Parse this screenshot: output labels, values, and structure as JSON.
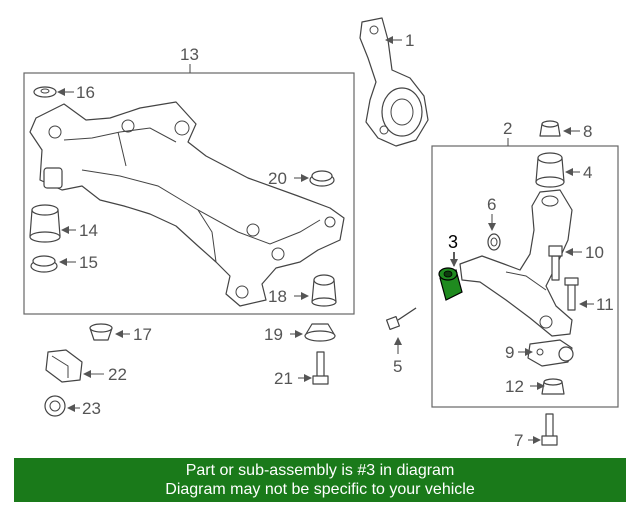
{
  "highlight_color": "#1f8a1f",
  "footer_color": "#1a7a1a",
  "callouts": {
    "c1": "1",
    "c2": "2",
    "c3": "3",
    "c4": "4",
    "c5": "5",
    "c6": "6",
    "c7": "7",
    "c8": "8",
    "c9": "9",
    "c10": "10",
    "c11": "11",
    "c12": "12",
    "c13": "13",
    "c14": "14",
    "c15": "15",
    "c16": "16",
    "c17": "17",
    "c18": "18",
    "c19": "19",
    "c20": "20",
    "c21": "21",
    "c22": "22",
    "c23": "23"
  },
  "footer": {
    "line1": "Part or sub-assembly is #3 in diagram",
    "line2": "Diagram may not be specific to your vehicle"
  }
}
